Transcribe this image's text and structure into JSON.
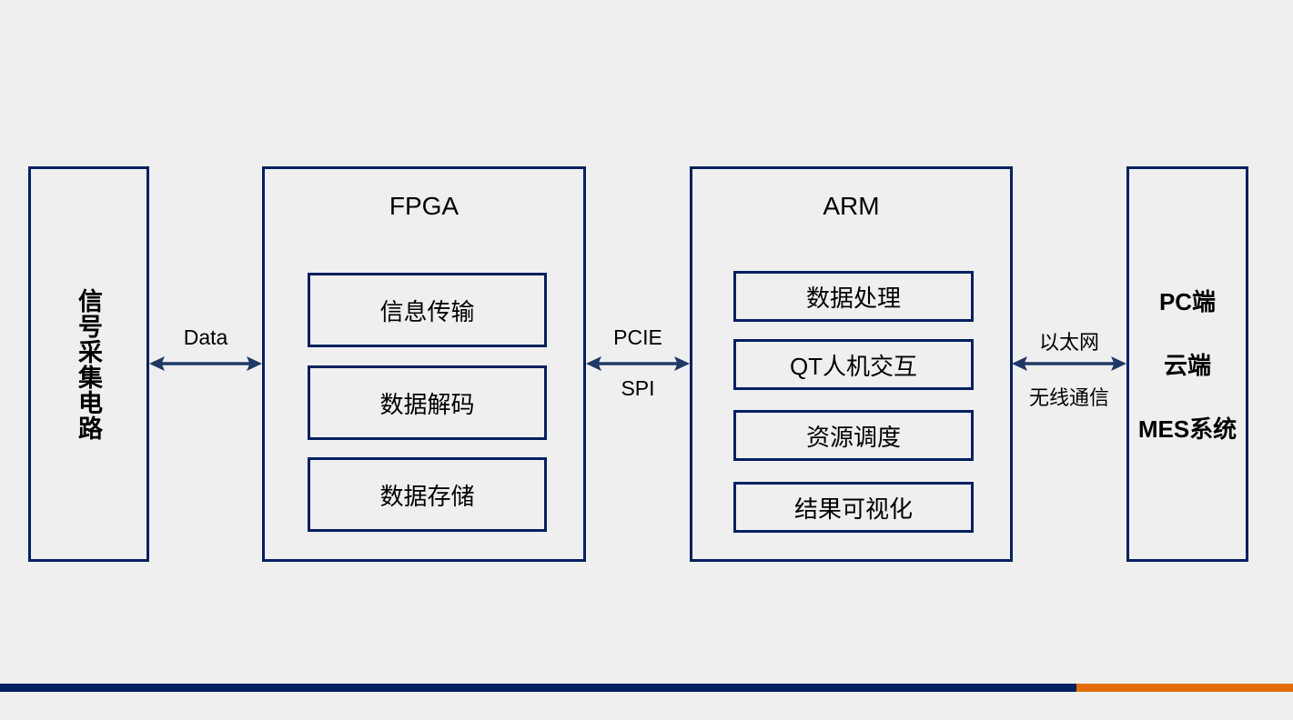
{
  "diagram": {
    "left_block": {
      "label": "信号采集电路"
    },
    "fpga_block": {
      "title": "FPGA",
      "items": [
        {
          "label": "信息传输"
        },
        {
          "label": "数据解码"
        },
        {
          "label": "数据存储"
        }
      ]
    },
    "arm_block": {
      "title": "ARM",
      "items": [
        {
          "label": "数据处理"
        },
        {
          "label": "QT人机交互"
        },
        {
          "label": "资源调度"
        },
        {
          "label": "结果可视化"
        }
      ]
    },
    "right_block": {
      "lines": [
        "PC端",
        "云端",
        "MES系统"
      ]
    },
    "connections": [
      {
        "label_top": "Data",
        "label_bottom": ""
      },
      {
        "label_top": "PCIE",
        "label_bottom": "SPI"
      },
      {
        "label_top": "以太网",
        "label_bottom": "无线通信"
      }
    ],
    "colors": {
      "background": "#efefef",
      "box_border": "#002060",
      "arrow": "#1f3864",
      "bar_navy": "#002060",
      "bar_orange": "#e36c0a",
      "text": "#000000"
    }
  }
}
